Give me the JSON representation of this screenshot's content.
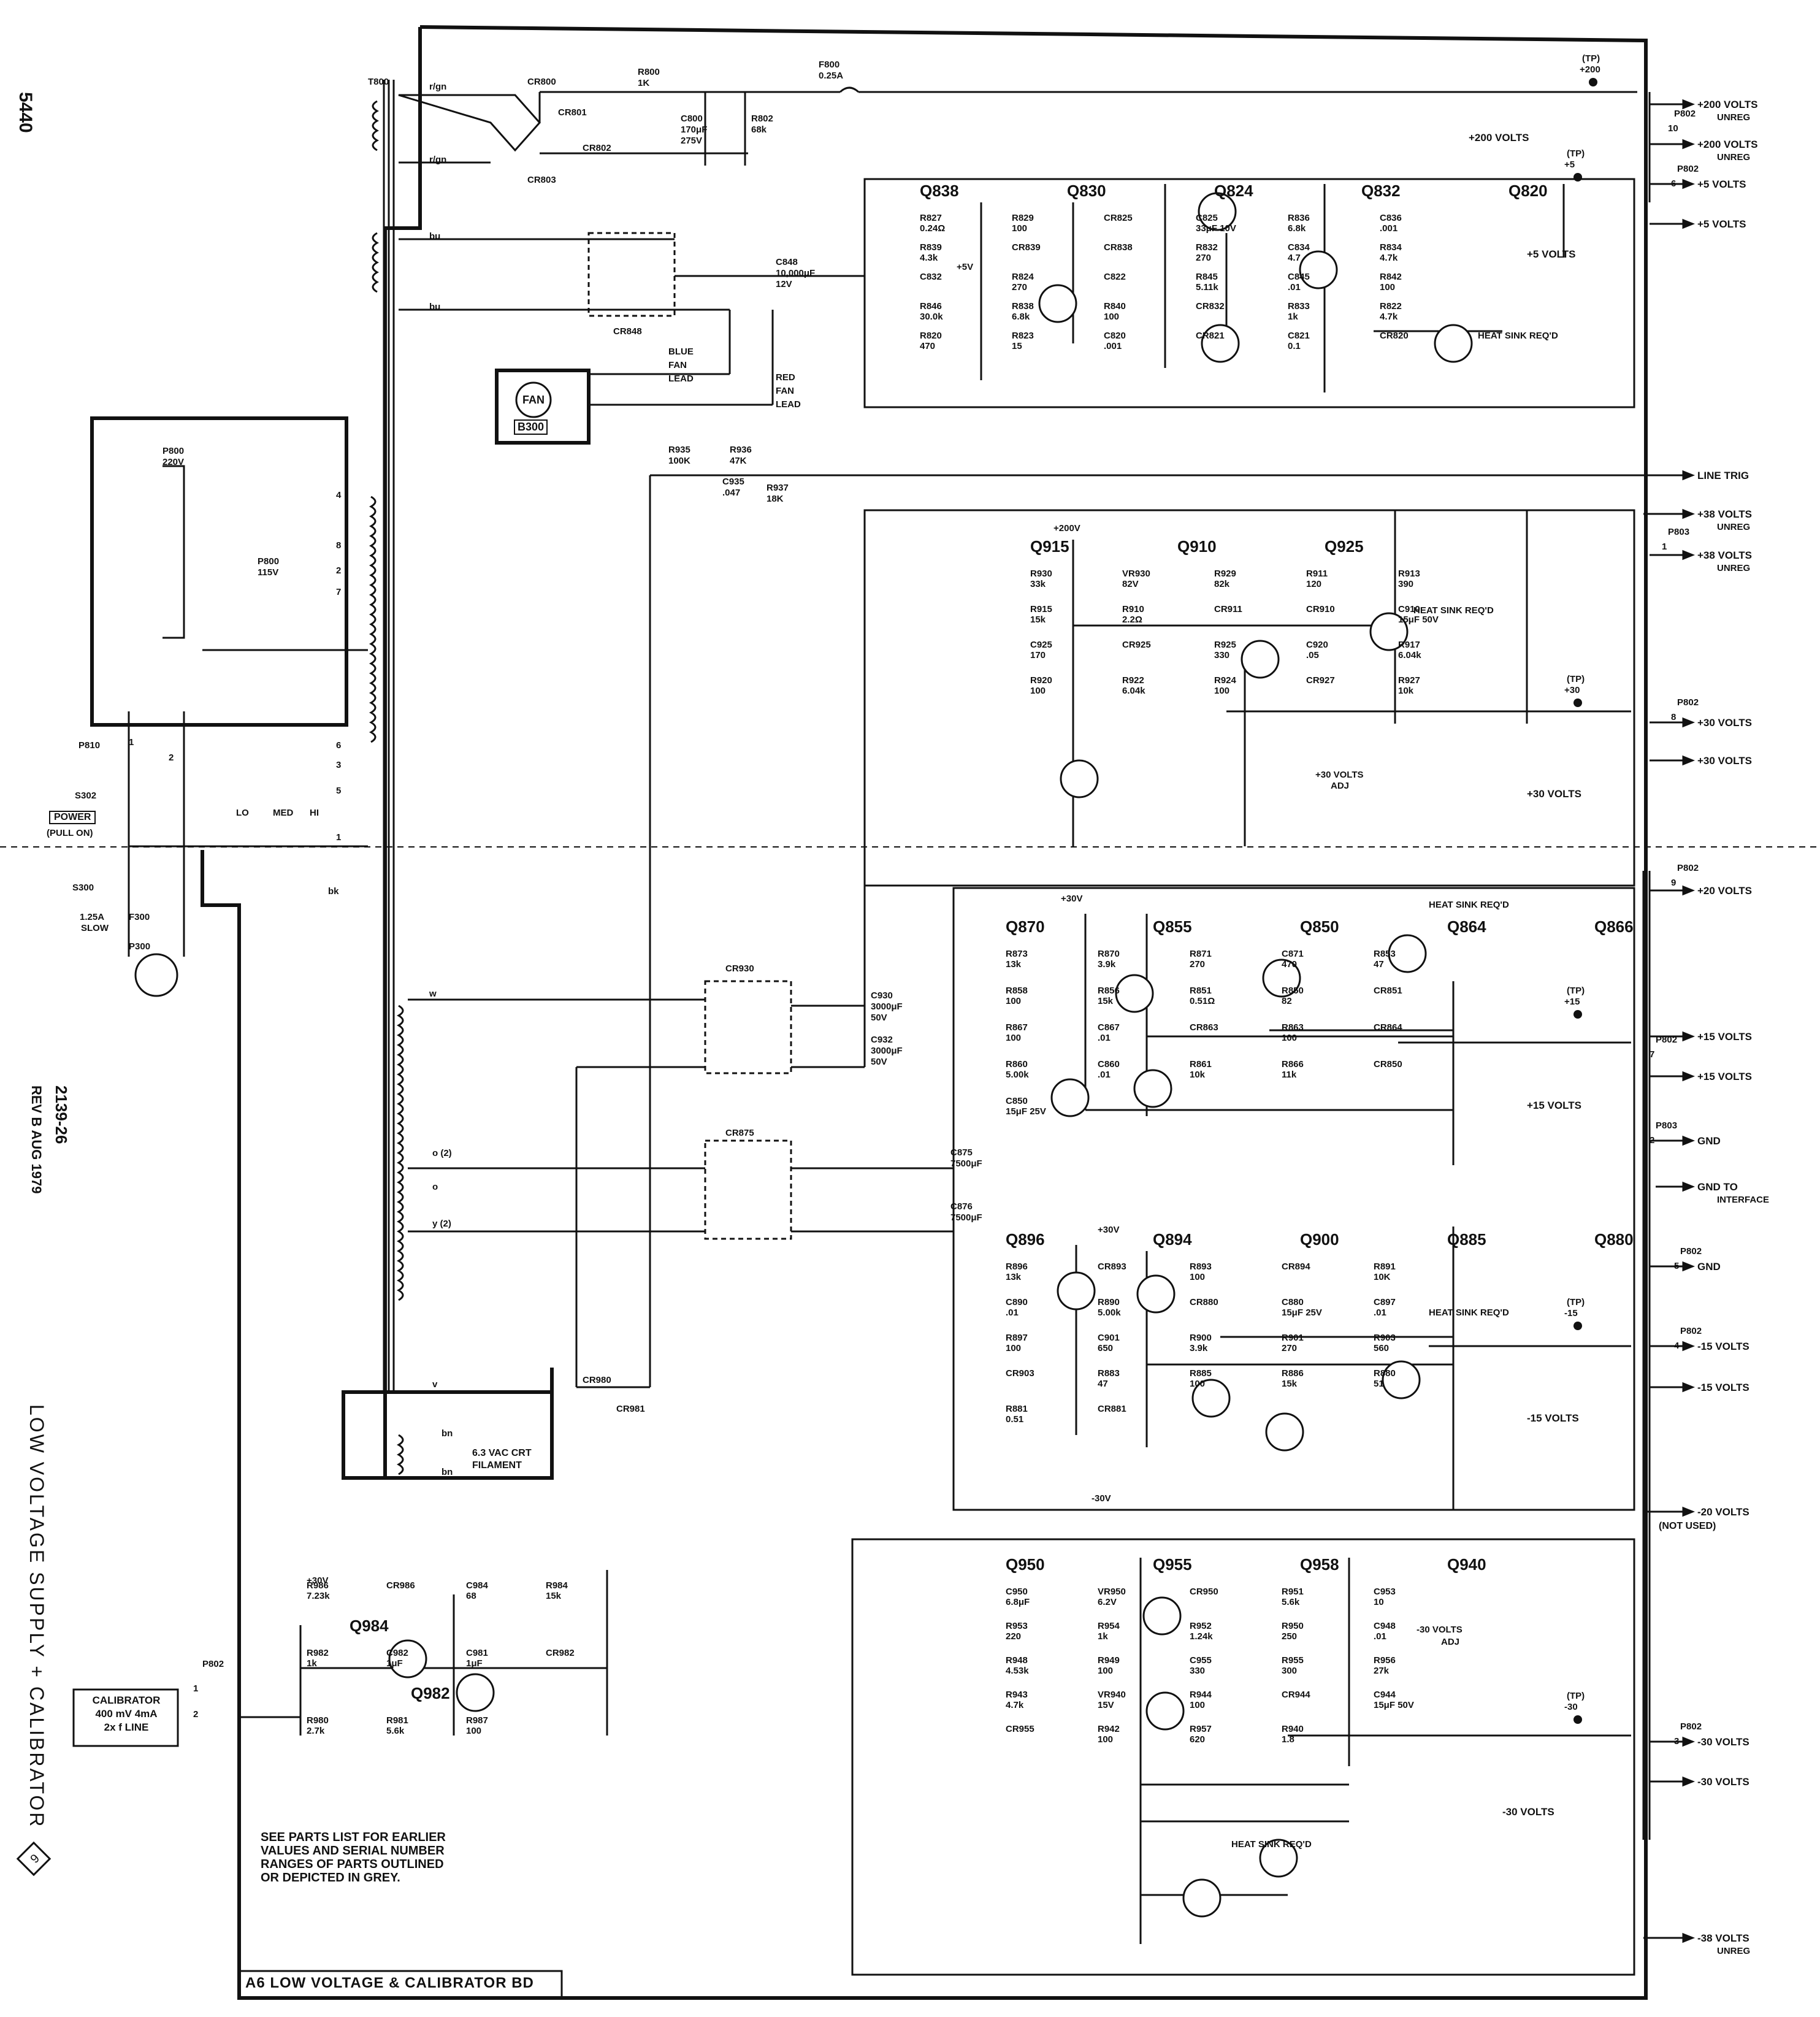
{
  "page_number": "5440",
  "board_label": "A6 LOW VOLTAGE & CALIBRATOR BD",
  "side_title": "LOW VOLTAGE SUPPLY + CALIBRATOR",
  "side_title_badge": "6",
  "doc_number": "2139-26",
  "revision": "REV B AUG 1979",
  "parts_note": [
    "SEE PARTS LIST FOR EARLIER",
    "VALUES AND SERIAL NUMBER",
    "RANGES OF PARTS OUTLINED",
    "OR DEPICTED IN GREY."
  ],
  "transformer": {
    "ref": "T800",
    "windings": [
      "r/gn",
      "r/gn",
      "bu",
      "bu",
      "w",
      "o (2)",
      "o",
      "y (2)",
      "v",
      "bn",
      "bn",
      "bk"
    ]
  },
  "filament_label": [
    "6.3 VAC CRT",
    "FILAMENT"
  ],
  "primary": {
    "p800_220": [
      "P800",
      "220V"
    ],
    "p800_115": [
      "P800",
      "115V"
    ],
    "taps": [
      "4",
      "8",
      "2",
      "7",
      "6",
      "3",
      "5",
      "1"
    ],
    "voltage_select": [
      "LO",
      "MED",
      "HI"
    ],
    "p810": "P810",
    "p810_pins": [
      "1",
      "2"
    ],
    "power_switch": "S302",
    "power_label": "POWER",
    "power_note": "(PULL ON)",
    "s300": "S300",
    "fuse": "F300",
    "fuse_rating": [
      "1.25A",
      "SLOW"
    ],
    "plug": "P300"
  },
  "fan": {
    "label": "FAN",
    "ref": "B300",
    "blue_lead": [
      "BLUE",
      "FAN",
      "LEAD"
    ],
    "red_lead": [
      "RED",
      "FAN",
      "LEAD"
    ]
  },
  "outputs": [
    {
      "label": "+200 VOLTS",
      "sub": "UNREG"
    },
    {
      "label": "+200 VOLTS",
      "sub": "UNREG"
    },
    {
      "label": "+5 VOLTS",
      "sub": ""
    },
    {
      "label": "+5 VOLTS",
      "sub": ""
    },
    {
      "label": "LINE TRIG",
      "sub": ""
    },
    {
      "label": "+38 VOLTS",
      "sub": "UNREG"
    },
    {
      "label": "+38 VOLTS",
      "sub": "UNREG"
    },
    {
      "label": "+30 VOLTS",
      "sub": ""
    },
    {
      "label": "+30 VOLTS",
      "sub": ""
    },
    {
      "label": "+20 VOLTS",
      "sub": ""
    },
    {
      "label": "+15 VOLTS",
      "sub": ""
    },
    {
      "label": "+15 VOLTS",
      "sub": ""
    },
    {
      "label": "GND",
      "sub": ""
    },
    {
      "label": "GND TO",
      "sub": "INTERFACE"
    },
    {
      "label": "GND",
      "sub": ""
    },
    {
      "label": "-15 VOLTS",
      "sub": ""
    },
    {
      "label": "-15 VOLTS",
      "sub": ""
    },
    {
      "label": "-20 VOLTS",
      "sub": "(NOT USED)"
    },
    {
      "label": "-30 VOLTS",
      "sub": ""
    },
    {
      "label": "-30 VOLTS",
      "sub": ""
    },
    {
      "label": "-38 VOLTS",
      "sub": "UNREG"
    }
  ],
  "connectors": [
    {
      "ref": "P802",
      "pin": "10"
    },
    {
      "ref": "P802",
      "pin": "6"
    },
    {
      "ref": "P803",
      "pin": "1"
    },
    {
      "ref": "P802",
      "pin": "8"
    },
    {
      "ref": "P802",
      "pin": "9"
    },
    {
      "ref": "P802",
      "pin": "7"
    },
    {
      "ref": "P803",
      "pin": "2"
    },
    {
      "ref": "P802",
      "pin": "5"
    },
    {
      "ref": "P802",
      "pin": "4"
    },
    {
      "ref": "P802",
      "pin": "3"
    }
  ],
  "test_points": [
    {
      "label": "(TP)",
      "value": "+200"
    },
    {
      "label": "(TP)",
      "value": "+5"
    },
    {
      "label": "(TP)",
      "value": "+30"
    },
    {
      "label": "(TP)",
      "value": "+15"
    },
    {
      "label": "(TP)",
      "value": "-15"
    },
    {
      "label": "(TP)",
      "value": "-30"
    }
  ],
  "local_rails": [
    "+200 VOLTS",
    "+5 VOLTS",
    "+30 VOLTS",
    "+15 VOLTS",
    "-15 VOLTS",
    "-30 VOLTS"
  ],
  "adjustments": [
    {
      "label": "+30 VOLTS",
      "sub": "ADJ"
    },
    {
      "label": "-30 VOLTS",
      "sub": "ADJ"
    }
  ],
  "heat_sink_note": "HEAT SINK REQ'D",
  "rectifiers": [
    "CR800",
    "CR801",
    "CR802",
    "CR803",
    "CR848",
    "CR930",
    "CR875"
  ],
  "caps_main": [
    {
      "ref": "C800",
      "val": "170μF",
      "v": "275V"
    },
    {
      "ref": "C848",
      "val": "10,000μF",
      "v": "12V"
    },
    {
      "ref": "C930",
      "val": "3000μF",
      "v": "50V"
    },
    {
      "ref": "C932",
      "val": "3000μF",
      "v": "50V"
    },
    {
      "ref": "C875",
      "val": "7500μF",
      "v": ""
    },
    {
      "ref": "C876",
      "val": "7500μF",
      "v": ""
    }
  ],
  "fuse_f800": {
    "ref": "F800",
    "val": "0.25A"
  },
  "misc_parts": [
    {
      "ref": "R800",
      "val": "1K"
    },
    {
      "ref": "R802",
      "val": "68k"
    },
    {
      "ref": "R935",
      "val": "100K"
    },
    {
      "ref": "R936",
      "val": "47K"
    },
    {
      "ref": "C935",
      "val": ".047"
    },
    {
      "ref": "R937",
      "val": "18K"
    },
    {
      "ref": "CR980",
      "val": ""
    },
    {
      "ref": "CR981",
      "val": ""
    }
  ],
  "section_5v": {
    "transistors": [
      "Q838",
      "Q830",
      "Q824",
      "Q832",
      "Q820"
    ],
    "parts": [
      {
        "ref": "R827",
        "val": "0.24Ω"
      },
      {
        "ref": "R829",
        "val": "100"
      },
      {
        "ref": "CR825",
        "val": ""
      },
      {
        "ref": "C825",
        "val": "33μF 10V"
      },
      {
        "ref": "R836",
        "val": "6.8k"
      },
      {
        "ref": "C836",
        "val": ".001"
      },
      {
        "ref": "R839",
        "val": "4.3k"
      },
      {
        "ref": "CR839",
        "val": ""
      },
      {
        "ref": "CR838",
        "val": ""
      },
      {
        "ref": "R832",
        "val": "270"
      },
      {
        "ref": "C834",
        "val": "4.7"
      },
      {
        "ref": "R834",
        "val": "4.7k"
      },
      {
        "ref": "C832",
        "val": ""
      },
      {
        "ref": "R824",
        "val": "270"
      },
      {
        "ref": "C822",
        "val": ""
      },
      {
        "ref": "R845",
        "val": "5.11k"
      },
      {
        "ref": "C845",
        "val": ".01"
      },
      {
        "ref": "R842",
        "val": "100"
      },
      {
        "ref": "R846",
        "val": "30.0k"
      },
      {
        "ref": "R838",
        "val": "6.8k"
      },
      {
        "ref": "R840",
        "val": "100"
      },
      {
        "ref": "CR832",
        "val": ""
      },
      {
        "ref": "R833",
        "val": "1k"
      },
      {
        "ref": "R822",
        "val": "4.7k"
      },
      {
        "ref": "R820",
        "val": "470"
      },
      {
        "ref": "R823",
        "val": "15"
      },
      {
        "ref": "C820",
        "val": ".001"
      },
      {
        "ref": "CR821",
        "val": ""
      },
      {
        "ref": "C821",
        "val": "0.1"
      },
      {
        "ref": "CR820",
        "val": ""
      }
    ]
  },
  "section_30v": {
    "transistors": [
      "Q915",
      "Q910",
      "Q925"
    ],
    "parts": [
      {
        "ref": "R930",
        "val": "33k"
      },
      {
        "ref": "VR930",
        "val": "82V"
      },
      {
        "ref": "R929",
        "val": "82k"
      },
      {
        "ref": "R911",
        "val": "120"
      },
      {
        "ref": "R913",
        "val": "390"
      },
      {
        "ref": "R915",
        "val": "15k"
      },
      {
        "ref": "R910",
        "val": "2.2Ω"
      },
      {
        "ref": "CR911",
        "val": ""
      },
      {
        "ref": "CR910",
        "val": ""
      },
      {
        "ref": "C910",
        "val": "15μF 50V"
      },
      {
        "ref": "C925",
        "val": "170"
      },
      {
        "ref": "CR925",
        "val": ""
      },
      {
        "ref": "R925",
        "val": "330"
      },
      {
        "ref": "C920",
        "val": ".05"
      },
      {
        "ref": "R917",
        "val": "6.04k"
      },
      {
        "ref": "R920",
        "val": "100"
      },
      {
        "ref": "R922",
        "val": "6.04k"
      },
      {
        "ref": "R924",
        "val": "100"
      },
      {
        "ref": "CR927",
        "val": ""
      },
      {
        "ref": "R927",
        "val": "10k"
      }
    ]
  },
  "section_15v": {
    "transistors": [
      "Q870",
      "Q855",
      "Q850",
      "Q864",
      "Q866"
    ],
    "parts": [
      {
        "ref": "R873",
        "val": "13k"
      },
      {
        "ref": "R870",
        "val": "3.9k"
      },
      {
        "ref": "R871",
        "val": "270"
      },
      {
        "ref": "C871",
        "val": "470"
      },
      {
        "ref": "R853",
        "val": "47"
      },
      {
        "ref": "R858",
        "val": "100"
      },
      {
        "ref": "R856",
        "val": "15k"
      },
      {
        "ref": "R851",
        "val": "0.51Ω"
      },
      {
        "ref": "R850",
        "val": "82"
      },
      {
        "ref": "CR851",
        "val": ""
      },
      {
        "ref": "R867",
        "val": "100"
      },
      {
        "ref": "C867",
        "val": ".01"
      },
      {
        "ref": "CR863",
        "val": ""
      },
      {
        "ref": "R863",
        "val": "100"
      },
      {
        "ref": "CR864",
        "val": ""
      },
      {
        "ref": "R860",
        "val": "5.00k"
      },
      {
        "ref": "C860",
        "val": ".01"
      },
      {
        "ref": "R861",
        "val": "10k"
      },
      {
        "ref": "R866",
        "val": "11k"
      },
      {
        "ref": "CR850",
        "val": ""
      },
      {
        "ref": "C850",
        "val": "15μF 25V"
      }
    ]
  },
  "section_m15v": {
    "transistors": [
      "Q896",
      "Q894",
      "Q900",
      "Q885",
      "Q880"
    ],
    "parts": [
      {
        "ref": "R896",
        "val": "13k"
      },
      {
        "ref": "CR893",
        "val": ""
      },
      {
        "ref": "R893",
        "val": "100"
      },
      {
        "ref": "CR894",
        "val": ""
      },
      {
        "ref": "R891",
        "val": "10K"
      },
      {
        "ref": "C890",
        "val": ".01"
      },
      {
        "ref": "R890",
        "val": "5.00k"
      },
      {
        "ref": "CR880",
        "val": ""
      },
      {
        "ref": "C880",
        "val": "15μF 25V"
      },
      {
        "ref": "C897",
        "val": ".01"
      },
      {
        "ref": "R897",
        "val": "100"
      },
      {
        "ref": "C901",
        "val": "650"
      },
      {
        "ref": "R900",
        "val": "3.9k"
      },
      {
        "ref": "R901",
        "val": "270"
      },
      {
        "ref": "R903",
        "val": "560"
      },
      {
        "ref": "CR903",
        "val": ""
      },
      {
        "ref": "R883",
        "val": "47"
      },
      {
        "ref": "R885",
        "val": "100"
      },
      {
        "ref": "R886",
        "val": "15k"
      },
      {
        "ref": "R880",
        "val": "51"
      },
      {
        "ref": "R881",
        "val": "0.51"
      },
      {
        "ref": "CR881",
        "val": ""
      }
    ]
  },
  "section_m30v": {
    "transistors": [
      "Q950",
      "Q955",
      "Q958",
      "Q940"
    ],
    "parts": [
      {
        "ref": "C950",
        "val": "6.8μF"
      },
      {
        "ref": "VR950",
        "val": "6.2V"
      },
      {
        "ref": "CR950",
        "val": ""
      },
      {
        "ref": "R951",
        "val": "5.6k"
      },
      {
        "ref": "C953",
        "val": "10"
      },
      {
        "ref": "R953",
        "val": "220"
      },
      {
        "ref": "R954",
        "val": "1k"
      },
      {
        "ref": "R952",
        "val": "1.24k"
      },
      {
        "ref": "R950",
        "val": "250"
      },
      {
        "ref": "C948",
        "val": ".01"
      },
      {
        "ref": "R948",
        "val": "4.53k"
      },
      {
        "ref": "R949",
        "val": "100"
      },
      {
        "ref": "C955",
        "val": "330"
      },
      {
        "ref": "R955",
        "val": "300"
      },
      {
        "ref": "R956",
        "val": "27k"
      },
      {
        "ref": "R943",
        "val": "4.7k"
      },
      {
        "ref": "VR940",
        "val": "15V"
      },
      {
        "ref": "R944",
        "val": "100"
      },
      {
        "ref": "CR944",
        "val": ""
      },
      {
        "ref": "C944",
        "val": "15μF 50V"
      },
      {
        "ref": "CR955",
        "val": ""
      },
      {
        "ref": "R942",
        "val": "100"
      },
      {
        "ref": "R957",
        "val": "620"
      },
      {
        "ref": "R940",
        "val": "1.8"
      }
    ]
  },
  "calibrator": {
    "box": [
      "CALIBRATOR",
      "400 mV 4mA",
      "2x f LINE"
    ],
    "connector": "P802",
    "pins": [
      "1",
      "2"
    ],
    "transistors": [
      "Q984",
      "Q982"
    ],
    "parts": [
      {
        "ref": "R986",
        "val": "7.23k"
      },
      {
        "ref": "CR986",
        "val": ""
      },
      {
        "ref": "C984",
        "val": "68"
      },
      {
        "ref": "R984",
        "val": "15k"
      },
      {
        "ref": "R982",
        "val": "1k"
      },
      {
        "ref": "C982",
        "val": "1μF"
      },
      {
        "ref": "C981",
        "val": "1μF"
      },
      {
        "ref": "CR982",
        "val": ""
      },
      {
        "ref": "R980",
        "val": "2.7k"
      },
      {
        "ref": "R981",
        "val": "5.6k"
      },
      {
        "ref": "R987",
        "val": "100"
      }
    ]
  },
  "supply_labels": {
    "p15": "+15V",
    "p30": "+30V",
    "p5": "+5V",
    "p200": "+200V",
    "m15": "-15V",
    "m30": "-30V",
    "p30v_small": "+30V"
  }
}
